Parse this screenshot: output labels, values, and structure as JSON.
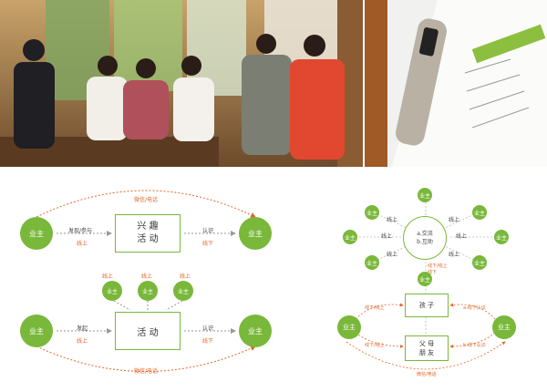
{
  "left_diagram": {
    "top_flow": {
      "owner_left": "业主",
      "owner_right": "业主",
      "center_box_line1": "兴 趣",
      "center_box_line2": "活 动",
      "arrow_top_label": "微信/电话",
      "left_upper": "发现/参与",
      "left_lower": "线上",
      "right_upper": "认识",
      "right_lower": "线下"
    },
    "bottom_flow": {
      "owner_left": "业主",
      "owner_right": "业主",
      "center_box": "活 动",
      "small_circles": [
        "业主",
        "业主",
        "业主"
      ],
      "small_labels": [
        "线上",
        "线上",
        "线上"
      ],
      "left_upper": "发起",
      "left_lower": "线上",
      "right_upper": "认识",
      "right_lower": "线下",
      "arrow_bottom_label": "微信/电话"
    }
  },
  "right_diagram": {
    "top_circle": "业主",
    "hub_line1": "a.交流",
    "hub_line2": "b.互助",
    "satellites": [
      "业主",
      "业主",
      "业主",
      "业主",
      "业主",
      "业主",
      "业主"
    ],
    "line_labels": [
      "线上",
      "线上",
      "线上",
      "线上",
      "线上",
      "线上",
      "线上",
      "线上"
    ],
    "hub_bottom_line1": "线下/线上",
    "hub_bottom_line2": "线下",
    "lower_top_circle": "业主",
    "box_children": "孩 子",
    "box_parents_line1": "父 母",
    "box_parents_line2": "朋 友",
    "owner_left": "业主",
    "owner_right": "业主",
    "left_upper_label": "线下/线上",
    "left_lower_label": "线下/线上",
    "right_upper_label": "a.线下认识",
    "right_lower_label": "b.线下认识",
    "bottom_label": "微信/电话"
  }
}
